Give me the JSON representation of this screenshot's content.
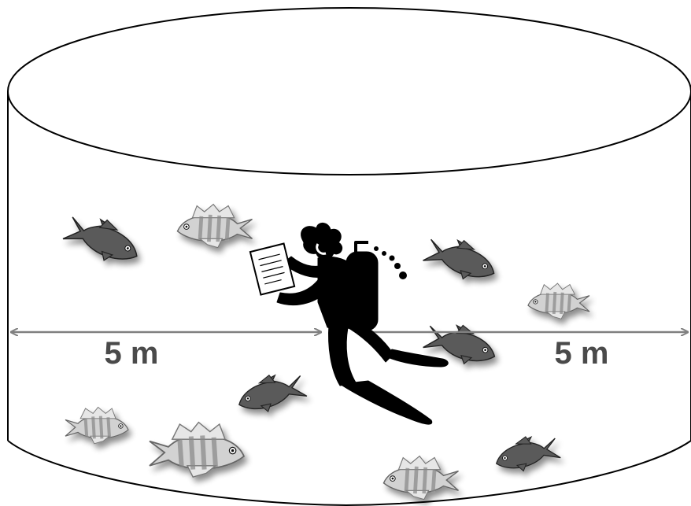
{
  "diagram": {
    "left_radius_label": "5 m",
    "right_radius_label": "5 m"
  },
  "elements": {
    "cylinder": "cylinder-outline",
    "diver": "scuba-diver-icon",
    "clipboard": "clipboard-icon",
    "fish_dark": "dark-fish-icon",
    "fish_striped": "striped-fish-icon"
  },
  "colors": {
    "outline": "#000000",
    "arrow": "#808080",
    "dark_fish": "#5a5a5a",
    "striped_fish": "#c8c8c8",
    "label": "#4a4a4a"
  }
}
